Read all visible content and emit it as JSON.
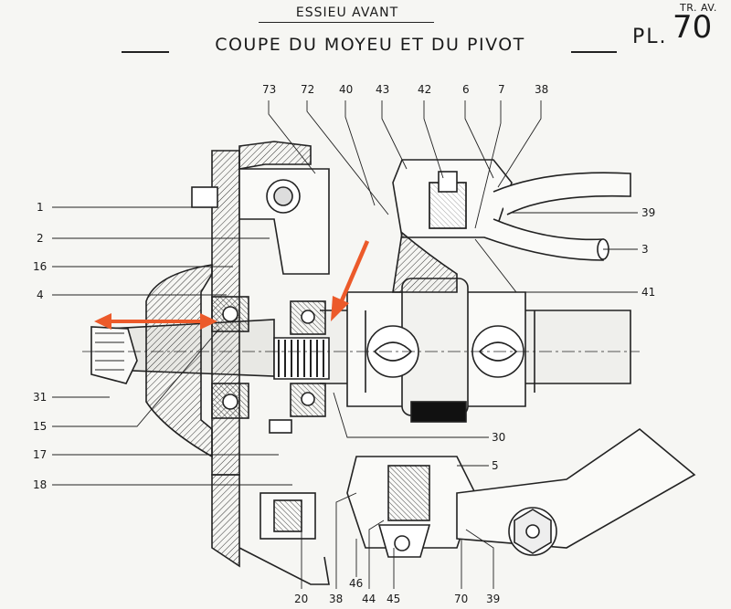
{
  "header": {
    "supertitle": "ESSIEU AVANT",
    "title": "COUPE DU MOYEU ET DU PIVOT",
    "plate_prefix": "PL.",
    "plate_number": "70",
    "corner_tag": "TR. AV."
  },
  "callouts": {
    "top": [
      "73",
      "72",
      "40",
      "43",
      "42",
      "6",
      "7",
      "38"
    ],
    "left": [
      "1",
      "2",
      "16",
      "4",
      "31",
      "15",
      "17",
      "18"
    ],
    "right": [
      "39",
      "3",
      "41",
      "30",
      "5"
    ],
    "bottom": [
      "20",
      "38",
      "46",
      "44",
      "45",
      "70",
      "39"
    ]
  },
  "annotations": {
    "arrow_color": "#ec5a2a",
    "double_arrow": "orange-double-arrow",
    "pointer_arrow": "red-pointer-arrow"
  }
}
